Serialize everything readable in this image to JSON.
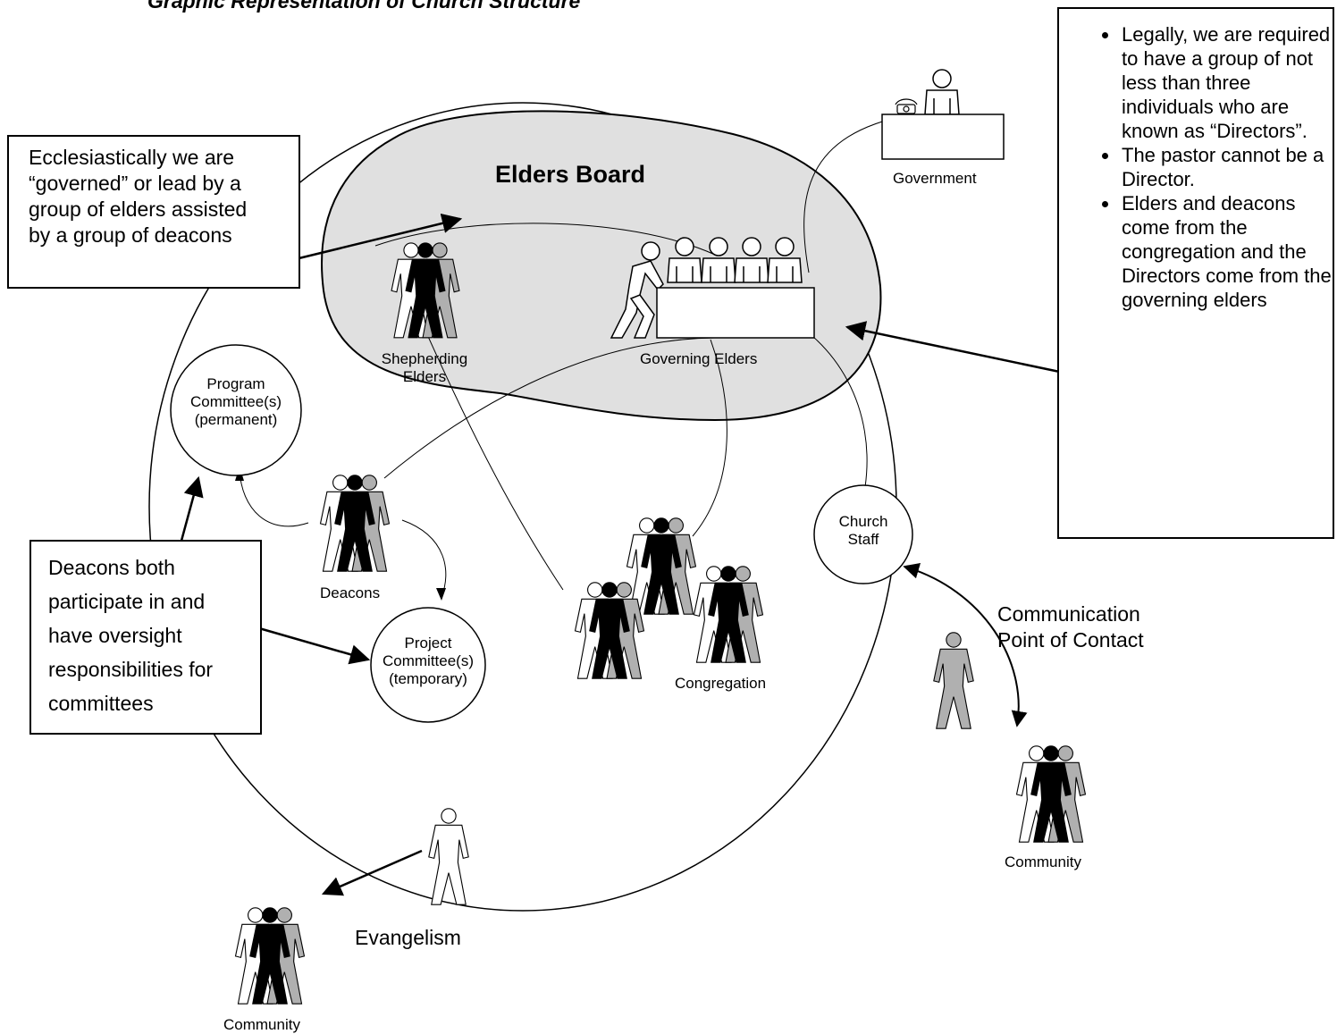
{
  "title": "Graphic Representation of Church Structure",
  "elders_board": {
    "heading": "Elders Board"
  },
  "labels": {
    "government": "Government",
    "shepherding_elders": "Shepherding Elders",
    "governing_elders": "Governing Elders",
    "program_committees": [
      "Program",
      "Committee(s)",
      "(permanent)"
    ],
    "project_committees": [
      "Project",
      "Committee(s)",
      "(temporary)"
    ],
    "church_staff": [
      "Church",
      "Staff"
    ],
    "deacons": "Deacons",
    "congregation": "Congregation",
    "communication": [
      "Communication",
      "Point of Contact"
    ],
    "community_right": "Community",
    "community_bottom": "Community",
    "evangelism": "Evangelism"
  },
  "callouts": {
    "ecclesiastical": [
      "Ecclesiastically we are",
      "“governed” or lead by a",
      "group of elders assisted",
      "by a group of deacons"
    ],
    "deacons_note": [
      "Deacons both",
      "participate in and",
      "have oversight",
      "responsibilities for",
      "committees"
    ]
  },
  "legal_notes": [
    "Legally, we are required to have a group of not less than three individuals who are known as “Directors”.",
    "The pastor cannot be a Director.",
    "Elders and deacons come from the congregation and the Directors come from the governing elders"
  ]
}
